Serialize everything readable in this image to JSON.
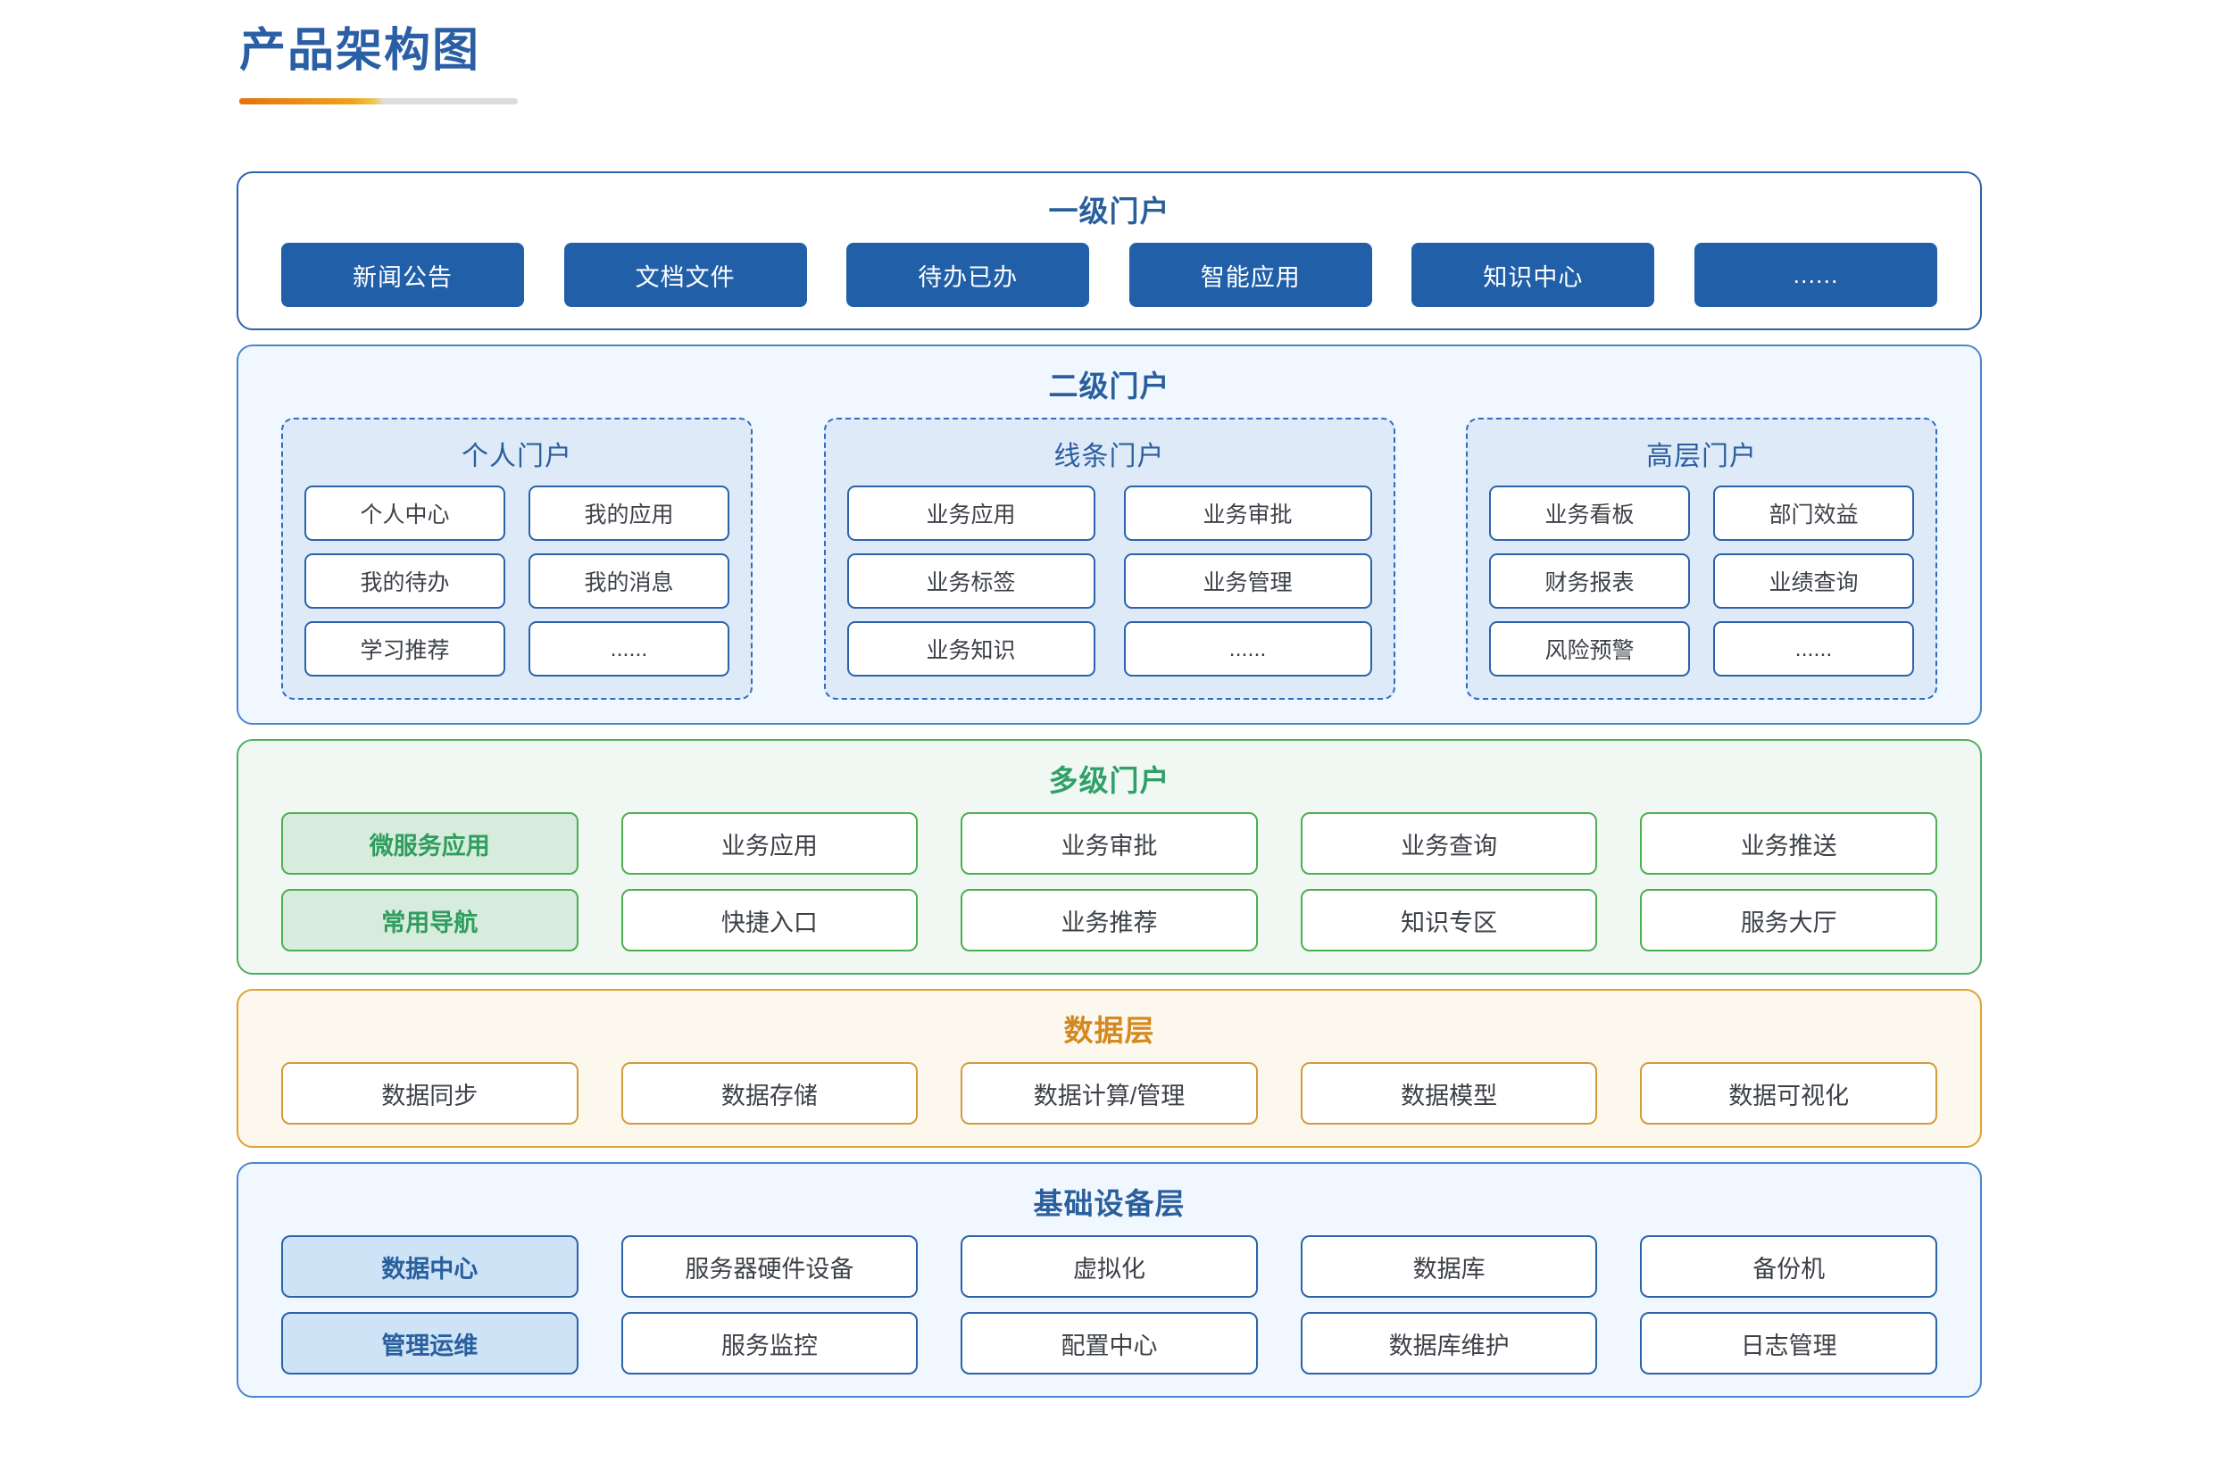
{
  "title": "产品架构图",
  "sections": [
    {
      "id": "primary-portal",
      "title": "一级门户",
      "items": [
        "新闻公告",
        "文档文件",
        "待办已办",
        "智能应用",
        "知识中心",
        "......"
      ]
    },
    {
      "id": "secondary-portal",
      "title": "二级门户",
      "groups": [
        {
          "id": "personal-portal",
          "title": "个人门户",
          "items": [
            "个人中心",
            "我的应用",
            "我的待办",
            "我的消息",
            "学习推荐",
            "......"
          ]
        },
        {
          "id": "line-portal",
          "title": "线条门户",
          "items": [
            "业务应用",
            "业务审批",
            "业务标签",
            "业务管理",
            "业务知识",
            "......"
          ]
        },
        {
          "id": "executive-portal",
          "title": "高层门户",
          "items": [
            "业务看板",
            "部门效益",
            "财务报表",
            "业绩查询",
            "风险预警",
            "......"
          ]
        }
      ]
    },
    {
      "id": "multilevel-portal",
      "title": "多级门户",
      "rows": [
        [
          "微服务应用",
          "业务应用",
          "业务审批",
          "业务查询",
          "业务推送"
        ],
        [
          "常用导航",
          "快捷入口",
          "业务推荐",
          "知识专区",
          "服务大厅"
        ]
      ]
    },
    {
      "id": "data-layer",
      "title": "数据层",
      "items": [
        "数据同步",
        "数据存储",
        "数据计算/管理",
        "数据模型",
        "数据可视化"
      ]
    },
    {
      "id": "infrastructure-layer",
      "title": "基础设备层",
      "rows": [
        [
          "数据中心",
          "服务器硬件设备",
          "虚拟化",
          "数据库",
          "备份机"
        ],
        [
          "管理运维",
          "服务监控",
          "配置中心",
          "数据库维护",
          "日志管理"
        ]
      ]
    }
  ],
  "colors": {
    "brand_blue": "#2a5f9e",
    "chip_blue": "#2160a8",
    "green": "#2fa168",
    "orange": "#d4881f",
    "title_accent_start": "#e8710a",
    "title_accent_end": "#dcdcdc"
  }
}
